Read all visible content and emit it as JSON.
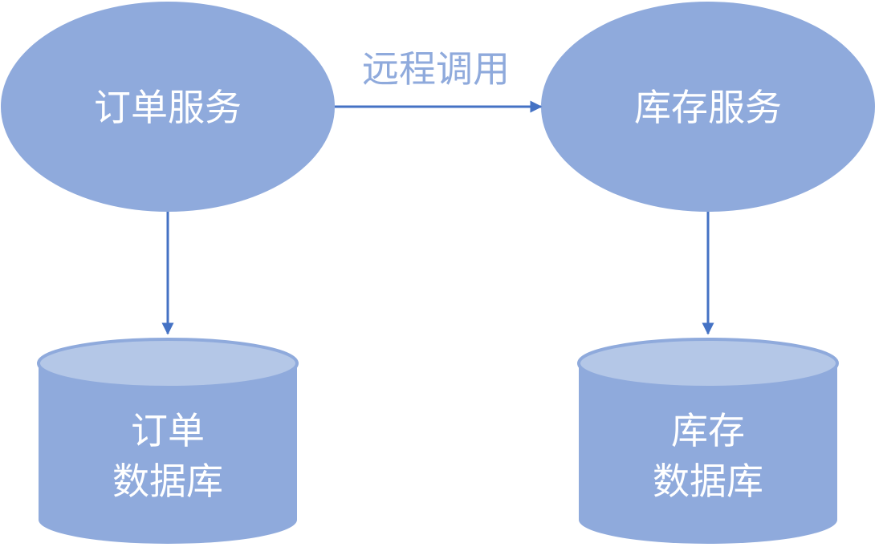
{
  "colors": {
    "node_fill": "#8faadc",
    "db_top_fill": "#b4c7e7",
    "db_outline": "#8faadc",
    "edge": "#4472c4",
    "edge_label": "#8faadc",
    "node_text": "#ffffff"
  },
  "nodes": {
    "order_service": {
      "label": "订单服务"
    },
    "inventory_service": {
      "label": "库存服务"
    },
    "order_db": {
      "label_line1": "订单",
      "label_line2": "数据库"
    },
    "inventory_db": {
      "label_line1": "库存",
      "label_line2": "数据库"
    }
  },
  "edges": {
    "remote_call": {
      "label": "远程调用"
    }
  }
}
